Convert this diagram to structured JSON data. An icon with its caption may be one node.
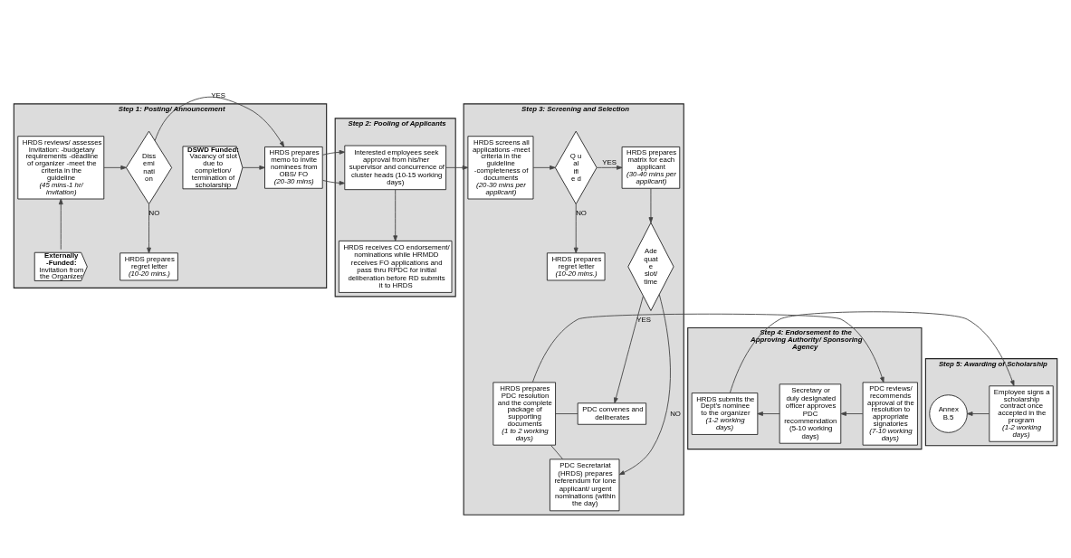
{
  "diagram": {
    "nodes": [
      {
        "text": [
          "Step 1: Posting/ Announcement"
        ]
      },
      {
        "text": [
          "DSWD Funded:",
          "Vacancy of slot due to completion/ termination of scholarship"
        ],
        "in": 0
      },
      {
        "text": [
          "Externally -Funded:",
          "Invitation from the Organizer"
        ],
        "in": 0
      },
      {
        "text": [
          "HRDS reviews/ assesses Invitation: -budgetary requirements -deadline of organizer -meet the criteria in the guideline",
          "(45 mins-1 hr/ invitation)"
        ],
        "in": 0
      },
      {
        "text": [
          "Diss emi nati on"
        ],
        "in": 0
      },
      {
        "text": [
          "HRDS prepares memo to invite nominees from OBS/ FO",
          "(20-30 mins)"
        ],
        "in": 0
      },
      {
        "text": [
          "HRDS prepares regret letter",
          "(10-20 mins.)"
        ],
        "in": 0
      },
      {
        "text": [
          "Step 2: Pooling of Applicants"
        ]
      },
      {
        "text": [
          "Interested employees seek approval from his/her supervisor and concurrence of cluster heads (10-15 working days)"
        ],
        "in": 7
      },
      {
        "text": [
          "HRDS receives CO endorsement/ nominations while HRMDD receives FO applications and pass thru RPDC for initial deliberation before RD submits it to HRDS"
        ],
        "in": 7
      },
      {
        "text": [
          "Step 3: Screening and Selection"
        ]
      },
      {
        "text": [
          "HRDS screens all applications -meet criteria in the guideline -completeness of documents",
          "(20-30 mins per applicant)"
        ],
        "in": 10
      },
      {
        "text": [
          "Q u al ifi e d"
        ],
        "in": 10
      },
      {
        "text": [
          "HRDS prepares matrix for each applicant",
          "(30-40 mins per applicant)"
        ],
        "in": 10
      },
      {
        "text": [
          "HRDS prepares regret letter",
          "(10-20 mins.)"
        ],
        "in": 10
      },
      {
        "text": [
          "Ade quat e slot/ time"
        ],
        "in": 10
      },
      {
        "text": [
          "PDC convenes and deliberates"
        ],
        "in": 10
      },
      {
        "text": [
          "PDC Secretariat (HRDS) prepares referendum for lone applicant/ urgent nominations (within the day)"
        ],
        "in": 10
      },
      {
        "text": [
          "HRDS prepares PDC resolution and the complete package of supporting documents",
          "(1 to 2 working days)"
        ],
        "in": 10
      },
      {
        "text": [
          "Step 4: Endorsement to the Approving Authority/ Sponsoring Agency"
        ]
      },
      {
        "text": [
          "PDC reviews/ recommends approval of the resolution to appropriate signatories",
          "(7-10 working days)"
        ],
        "in": 19
      },
      {
        "text": [
          "Secretary or duly designated officer approves PDC recommendation (5-10 working days)"
        ],
        "in": 19
      },
      {
        "text": [
          "HRDS submits the Dept’s nominee to the organizer",
          "(1-2 working days)"
        ],
        "in": 19
      },
      {
        "text": [
          "Step 5: Awarding of Scholarship"
        ]
      },
      {
        "text": [
          "Employee signs a scholarship contract once accepted in the program",
          "(1-2 working days)"
        ],
        "in": 23
      },
      {
        "text": [
          "Annex B.5"
        ],
        "in": 23
      }
    ],
    "edges": [
      {
        "from": 1,
        "to": 5,
        "arrow": "to"
      },
      {
        "from": 2,
        "to": 3,
        "arrow": "to"
      },
      {
        "from": 3,
        "to": 4,
        "arrow": "to"
      },
      {
        "from": 4,
        "to": 5,
        "arrow": "to",
        "label": "YES"
      },
      {
        "from": 4,
        "to": 6,
        "arrow": "to",
        "label": "NO"
      },
      {
        "from": 5,
        "to": 8,
        "arrow": "to"
      },
      {
        "from": 8,
        "to": 9,
        "arrow": "to"
      },
      {
        "from": 8,
        "to": 11,
        "arrow": "to"
      },
      {
        "from": 11,
        "to": 12,
        "arrow": "to"
      },
      {
        "from": 12,
        "to": 13,
        "arrow": "to",
        "label": "YES"
      },
      {
        "from": 12,
        "to": 14,
        "arrow": "to",
        "label": "NO"
      },
      {
        "from": 13,
        "to": 15,
        "arrow": "to"
      },
      {
        "from": 15,
        "to": 16,
        "arrow": "to",
        "label": "YES"
      },
      {
        "from": 15,
        "to": 17,
        "arrow": "to",
        "label": "NO"
      },
      {
        "from": 16,
        "to": 18,
        "arrow": "none"
      },
      {
        "from": 17,
        "to": 18,
        "arrow": "none"
      },
      {
        "from": 18,
        "to": 20,
        "arrow": "to"
      },
      {
        "from": 20,
        "to": 21,
        "arrow": "to"
      },
      {
        "from": 21,
        "to": 22,
        "arrow": "to"
      },
      {
        "from": 22,
        "to": 24,
        "arrow": "to"
      },
      {
        "from": 24,
        "to": 25,
        "arrow": "to"
      }
    ]
  }
}
